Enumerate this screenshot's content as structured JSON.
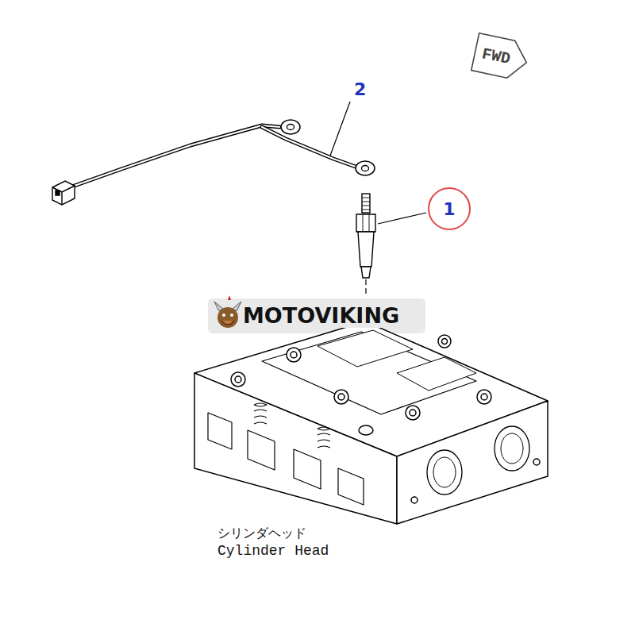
{
  "diagram": {
    "nodes": [
      {
        "text": [
          "FWD"
        ]
      },
      {
        "text": [
          "1"
        ]
      }
    ],
    "labels": [
      "2",
      "MOTOVIKING",
      "シリンダヘッド",
      "Cylinder Head"
    ]
  }
}
